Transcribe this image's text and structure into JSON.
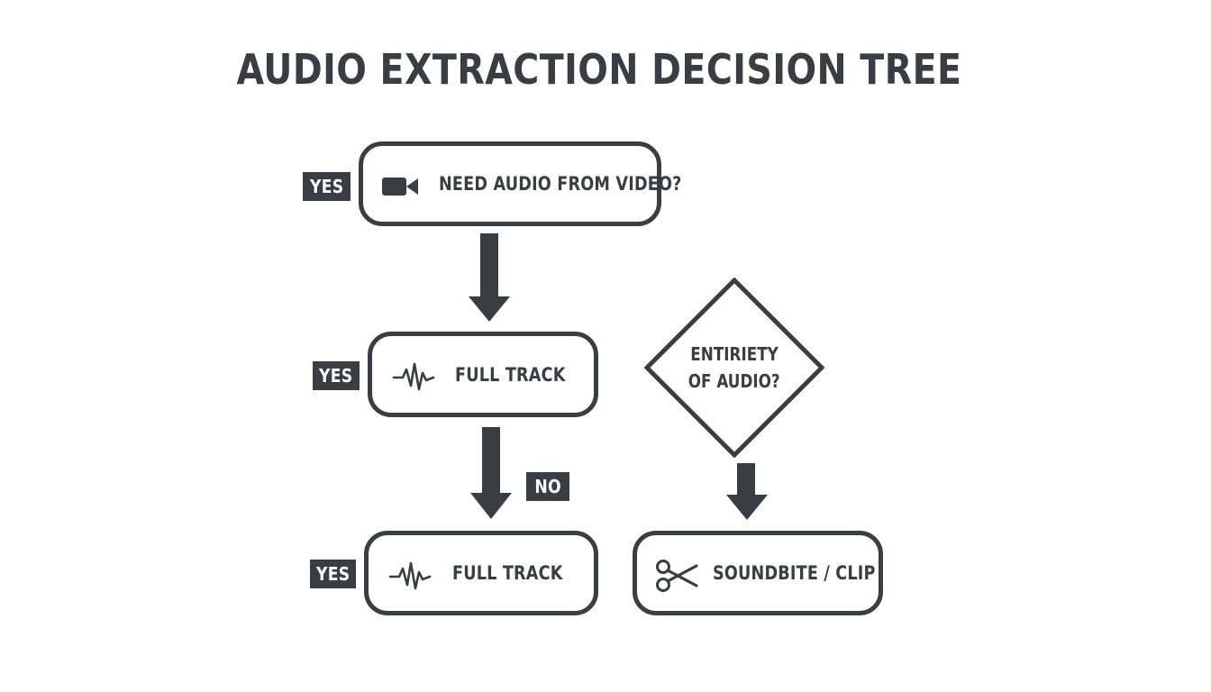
{
  "title": "AUDIO EXTRACTION DECISION TREE",
  "nodes": {
    "need_audio": {
      "label": "NEED AUDIO FROM VIDEO?",
      "icon": "video-camera-icon"
    },
    "full_track_1": {
      "label": "FULL TRACK",
      "icon": "waveform-icon"
    },
    "full_track_2": {
      "label": "FULL TRACK",
      "icon": "waveform-icon"
    },
    "soundbite": {
      "label": "SOUNDBITE / CLIP",
      "icon": "scissors-icon"
    },
    "entirety": {
      "line1": "ENTIRIETY",
      "line2": "OF AUDIO?"
    }
  },
  "tags": {
    "yes_1": "YES",
    "yes_2": "YES",
    "yes_3": "YES",
    "no": "NO"
  },
  "colors": {
    "ink": "#3a3d41",
    "background": "#ffffff"
  }
}
